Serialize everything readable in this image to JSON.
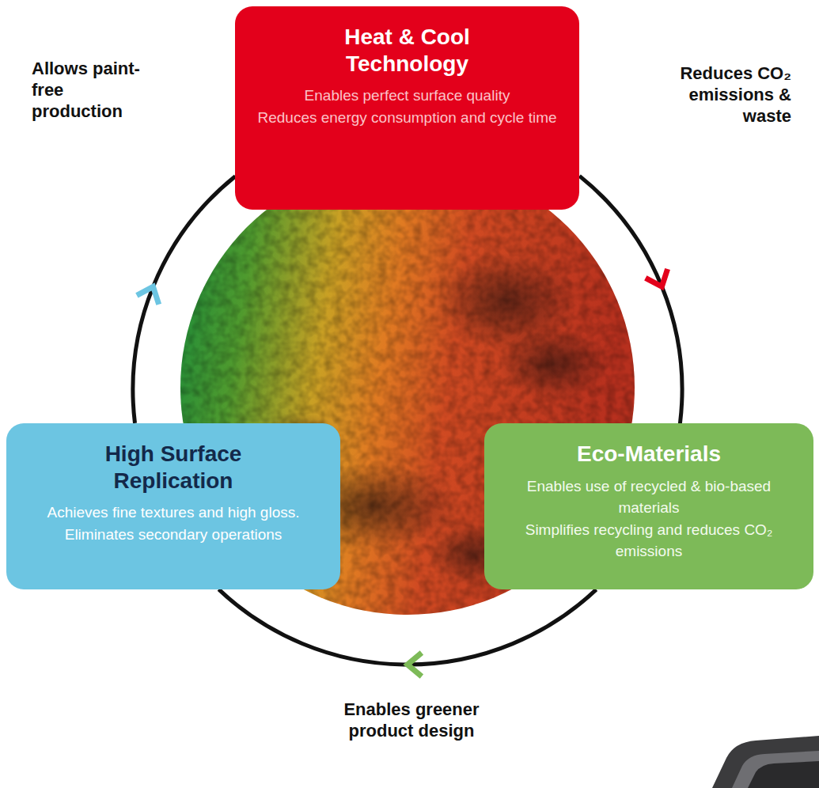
{
  "diagram": {
    "nodes": [
      {
        "text": [
          "Heat & Cool Technology",
          "Enables perfect surface quality",
          "Reduces energy consumption and cycle time"
        ]
      },
      {
        "text": [
          "High Surface Replication",
          "Achieves fine textures and high gloss. Eliminates secondary operations"
        ]
      },
      {
        "text": [
          "Eco-Materials",
          "Enables use of recycled & bio-based materials",
          "Simplifies recycling and reduces CO₂ emissions"
        ]
      }
    ],
    "edges": [
      {
        "from": 0,
        "to": 2,
        "arrow": "to",
        "label": "Reduces CO₂ emissions & waste"
      },
      {
        "from": 2,
        "to": 1,
        "arrow": "to",
        "label": "Enables greener product design"
      },
      {
        "from": 1,
        "to": 0,
        "arrow": "to",
        "label": "Allows paint-free production"
      }
    ]
  }
}
